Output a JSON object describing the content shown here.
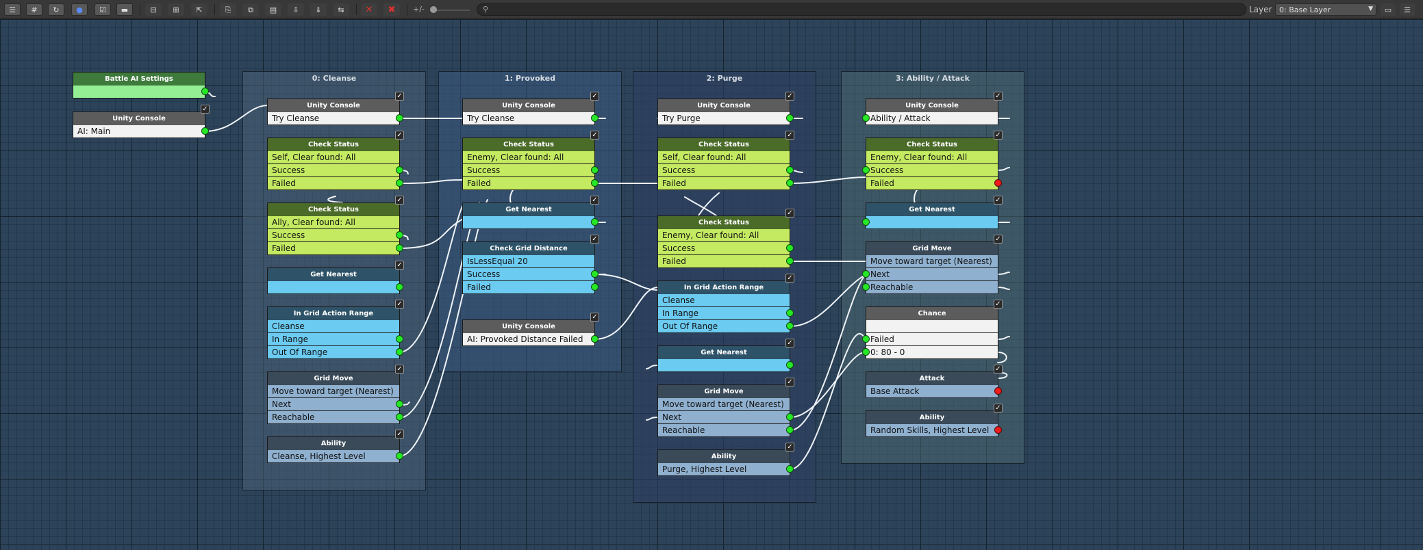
{
  "toolbar": {
    "buttons": [
      {
        "name": "list-view",
        "icon": "☰"
      },
      {
        "name": "grid",
        "icon": "#"
      },
      {
        "name": "refresh",
        "icon": "↻"
      },
      {
        "name": "color",
        "icon": "●"
      },
      {
        "name": "check",
        "icon": "☑"
      },
      {
        "name": "minimize",
        "icon": "▬"
      },
      {
        "name": "align-left",
        "icon": "⊟"
      },
      {
        "name": "align-bottom",
        "icon": "⊞"
      },
      {
        "name": "select",
        "icon": "⇱"
      },
      {
        "name": "copy",
        "icon": "⎘"
      },
      {
        "name": "duplicate",
        "icon": "⧉"
      },
      {
        "name": "clipboard",
        "icon": "▤"
      },
      {
        "name": "paste",
        "icon": "⇩"
      },
      {
        "name": "paste-alt",
        "icon": "⇓"
      },
      {
        "name": "swap",
        "icon": "⇆"
      },
      {
        "name": "delete",
        "icon": "✕"
      },
      {
        "name": "delete-all",
        "icon": "✖"
      }
    ],
    "zoom_label": "+/-",
    "zoom_level": 0,
    "search_placeholder": "",
    "layer_label": "Layer",
    "layer_value": "0: Base Layer"
  },
  "groups": [
    {
      "title": "0: Cleanse"
    },
    {
      "title": "1: Provoked"
    },
    {
      "title": "2: Purge"
    },
    {
      "title": "3: Ability / Attack"
    }
  ],
  "nodes": {
    "settings": {
      "title": "Battle AI Settings"
    },
    "main_console": {
      "title": "Unity Console",
      "value": "AI: Main"
    },
    "c0_console": {
      "title": "Unity Console",
      "value": "Try Cleanse"
    },
    "c0_check_self": {
      "title": "Check Status",
      "filter": "Self, Clear found: All",
      "success": "Success",
      "failed": "Failed"
    },
    "c0_check_ally": {
      "title": "Check Status",
      "filter": "Ally, Clear found: All",
      "success": "Success",
      "failed": "Failed"
    },
    "c0_nearest": {
      "title": "Get Nearest"
    },
    "c0_range": {
      "title": "In Grid Action Range",
      "cleanse": "Cleanse",
      "in": "In Range",
      "out": "Out Of Range"
    },
    "c0_move": {
      "title": "Grid Move",
      "target": "Move toward target (Nearest)",
      "next": "Next",
      "reach": "Reachable"
    },
    "c0_ability": {
      "title": "Ability",
      "value": "Cleanse, Highest Level"
    },
    "c1_console": {
      "title": "Unity Console",
      "value": "Try Cleanse"
    },
    "c1_check": {
      "title": "Check Status",
      "filter": "Enemy, Clear found: All",
      "success": "Success",
      "failed": "Failed"
    },
    "c1_nearest": {
      "title": "Get Nearest"
    },
    "c1_dist": {
      "title": "Check Grid Distance",
      "cond": "IsLessEqual 20",
      "success": "Success",
      "failed": "Failed"
    },
    "c1_console2": {
      "title": "Unity Console",
      "value": "AI: Provoked Distance Failed"
    },
    "c2_console": {
      "title": "Unity Console",
      "value": "Try Purge"
    },
    "c2_check_self": {
      "title": "Check Status",
      "filter": "Self, Clear found: All",
      "success": "Success",
      "failed": "Failed"
    },
    "c2_check_enemy": {
      "title": "Check Status",
      "filter": "Enemy, Clear found: All",
      "success": "Success",
      "failed": "Failed"
    },
    "c2_range": {
      "title": "In Grid Action Range",
      "cleanse": "Cleanse",
      "in": "In Range",
      "out": "Out Of Range"
    },
    "c2_nearest": {
      "title": "Get Nearest"
    },
    "c2_move": {
      "title": "Grid Move",
      "target": "Move toward target (Nearest)",
      "next": "Next",
      "reach": "Reachable"
    },
    "c2_ability": {
      "title": "Ability",
      "value": "Purge, Highest Level"
    },
    "c3_console": {
      "title": "Unity Console",
      "value": "Ability / Attack"
    },
    "c3_check": {
      "title": "Check Status",
      "filter": "Enemy, Clear found: All",
      "success": "Success",
      "failed": "Failed"
    },
    "c3_nearest": {
      "title": "Get Nearest"
    },
    "c3_move": {
      "title": "Grid Move",
      "target": "Move toward target (Nearest)",
      "next": "Next",
      "reach": "Reachable"
    },
    "c3_chance": {
      "title": "Chance",
      "failed": "Failed",
      "range": "0: 80 - 0"
    },
    "c3_attack": {
      "title": "Attack",
      "value": "Base Attack"
    },
    "c3_ability": {
      "title": "Ability",
      "value": "Random Skills, Highest Level"
    }
  },
  "check_glyph": "✓",
  "colors": {
    "header_gray": "#5c5c5c",
    "header_olive": "#4b6b29",
    "header_teal": "#2e5368",
    "header_slate": "#3a4a58",
    "row_lime": "#c4ea62",
    "row_sky": "#6ccbf1",
    "row_steel": "#8fb0cf",
    "row_white": "#f2f2f2",
    "port_green": "#26e826",
    "port_red": "#ee1c1c"
  }
}
